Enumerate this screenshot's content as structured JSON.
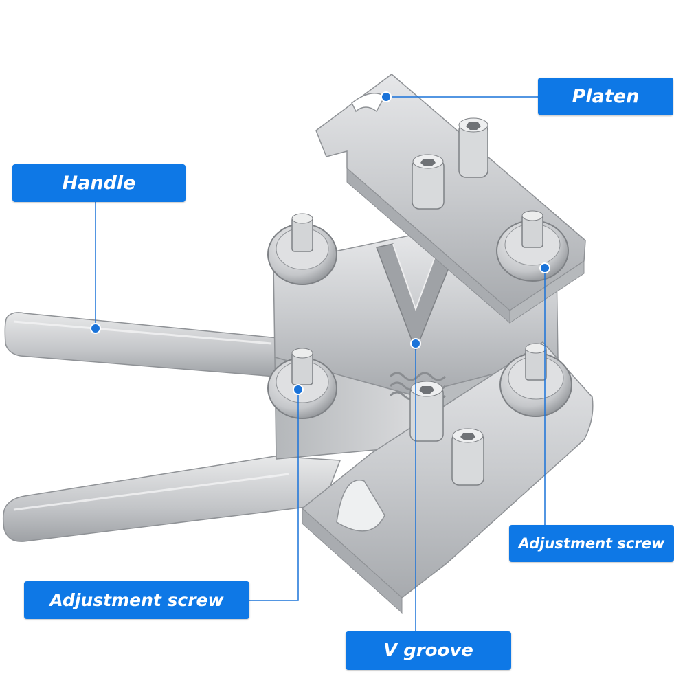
{
  "labels": {
    "platen": "Platen",
    "handle": "Handle",
    "adjustment_screw_right": "Adjustment screw",
    "adjustment_screw_left": "Adjustment screw",
    "v_groove": "V groove"
  },
  "colors": {
    "callout_fill": "#0e78e6",
    "callout_text": "#ffffff",
    "leader_line": "#1a73d9",
    "metal_light": "#d9dadc",
    "metal_mid": "#bcbec1",
    "metal_dark": "#8f9296"
  }
}
